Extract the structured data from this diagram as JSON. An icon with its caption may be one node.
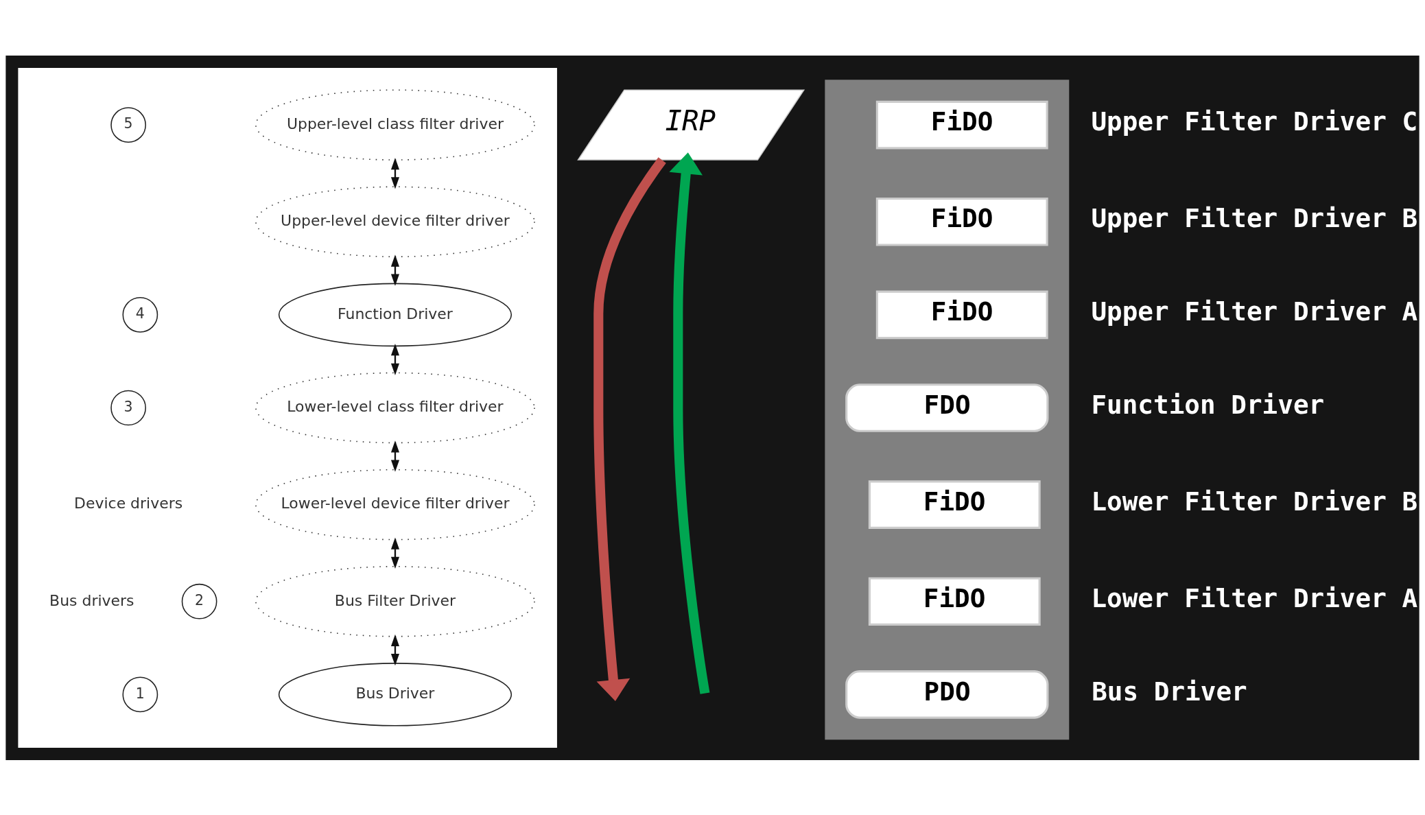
{
  "diagram": {
    "nodes": [
      {
        "text": [],
        "shape": "box"
      },
      {
        "text": [
          "Upper-level class filter driver"
        ],
        "in": 0
      },
      {
        "text": [
          "Upper-level device filter driver"
        ],
        "in": 0
      },
      {
        "text": [
          "Function Driver"
        ],
        "in": 0
      },
      {
        "text": [
          "Lower-level class filter driver"
        ],
        "in": 0
      },
      {
        "text": [
          "Lower-level device filter driver"
        ],
        "in": 0
      },
      {
        "text": [
          "Bus Filter Driver"
        ],
        "in": 0
      },
      {
        "text": [
          "Bus Driver"
        ],
        "in": 0
      },
      {
        "text": [
          "5"
        ],
        "in": 0
      },
      {
        "text": [
          "4"
        ],
        "in": 0
      },
      {
        "text": [
          "3"
        ],
        "in": 0
      },
      {
        "text": [
          "2"
        ],
        "in": 0
      },
      {
        "text": [
          "1"
        ],
        "in": 0
      },
      {
        "text": [
          "IRP"
        ]
      },
      {
        "text": [],
        "shape": "box"
      },
      {
        "text": [
          "FiDO"
        ],
        "in": 14,
        "beside": [
          "Upper Filter Driver C"
        ]
      },
      {
        "text": [
          "FiDO"
        ],
        "in": 14,
        "beside": [
          "Upper Filter Driver B"
        ]
      },
      {
        "text": [
          "FiDO"
        ],
        "in": 14,
        "beside": [
          "Upper Filter Driver A"
        ]
      },
      {
        "text": [
          "FDO"
        ],
        "in": 14,
        "beside": [
          "Function Driver"
        ]
      },
      {
        "text": [
          "FiDO"
        ],
        "in": 14,
        "beside": [
          "Lower Filter Driver B"
        ]
      },
      {
        "text": [
          "FiDO"
        ],
        "in": 14,
        "beside": [
          "Lower Filter Driver A"
        ]
      },
      {
        "text": [
          "PDO"
        ],
        "in": 14,
        "beside": [
          "Bus Driver"
        ]
      }
    ],
    "edges": [
      {
        "from": 1,
        "to": 2,
        "arrow": "both"
      },
      {
        "from": 2,
        "to": 3,
        "arrow": "both"
      },
      {
        "from": 3,
        "to": 4,
        "arrow": "both"
      },
      {
        "from": 4,
        "to": 5,
        "arrow": "both"
      },
      {
        "from": 5,
        "to": 6,
        "arrow": "both"
      },
      {
        "from": 6,
        "to": 7,
        "arrow": "both"
      },
      {
        "from": 13,
        "to": null,
        "arrow": "to",
        "style": "thick",
        "color": "#c0504d"
      },
      {
        "from": null,
        "to": 13,
        "arrow": "to",
        "style": "thick",
        "color": "#00a651"
      }
    ],
    "labels": [
      "Device drivers",
      "Bus drivers"
    ]
  }
}
